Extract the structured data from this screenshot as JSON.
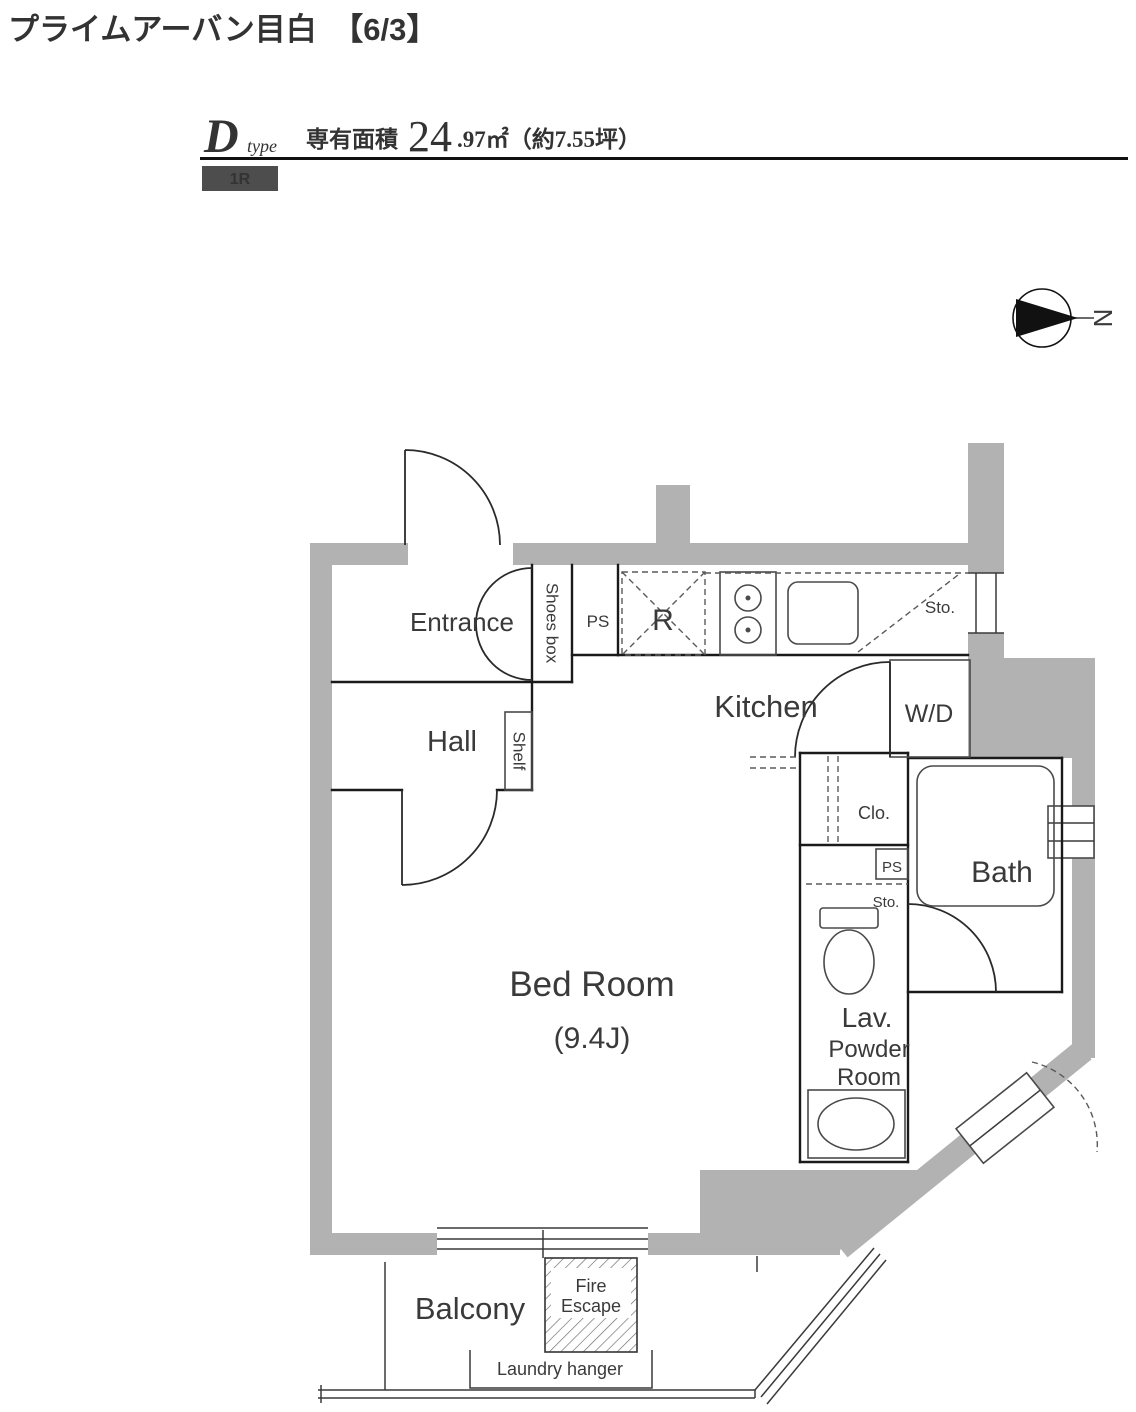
{
  "header": {
    "title": "プライムアーバン目白　【6/3】",
    "type_letter": "D",
    "type_word": "type",
    "plan_badge": "1R",
    "area_label": "専有面積",
    "area_big": "24",
    "area_small": ".97㎡（約7.55坪）"
  },
  "compass": {
    "north": "N"
  },
  "rooms": {
    "entrance": "Entrance",
    "shoes_box": "Shoes box",
    "ps_top": "PS",
    "fridge": "R",
    "sto_top": "Sto.",
    "kitchen": "Kitchen",
    "wd": "W/D",
    "hall": "Hall",
    "shelf": "Shelf",
    "closet": "Clo.",
    "ps_mid": "PS",
    "sto_mid": "Sto.",
    "bath": "Bath",
    "bedroom_name": "Bed Room",
    "bedroom_size": "(9.4J)",
    "lav1": "Lav.",
    "lav2": "Powder",
    "lav3": "Room",
    "balcony": "Balcony",
    "fire1": "Fire",
    "fire2": "Escape",
    "laundry": "Laundry hanger"
  },
  "colors": {
    "wall": "#b2b2b2",
    "badge_bg": "#4d4d4d",
    "rule": "#111111"
  }
}
